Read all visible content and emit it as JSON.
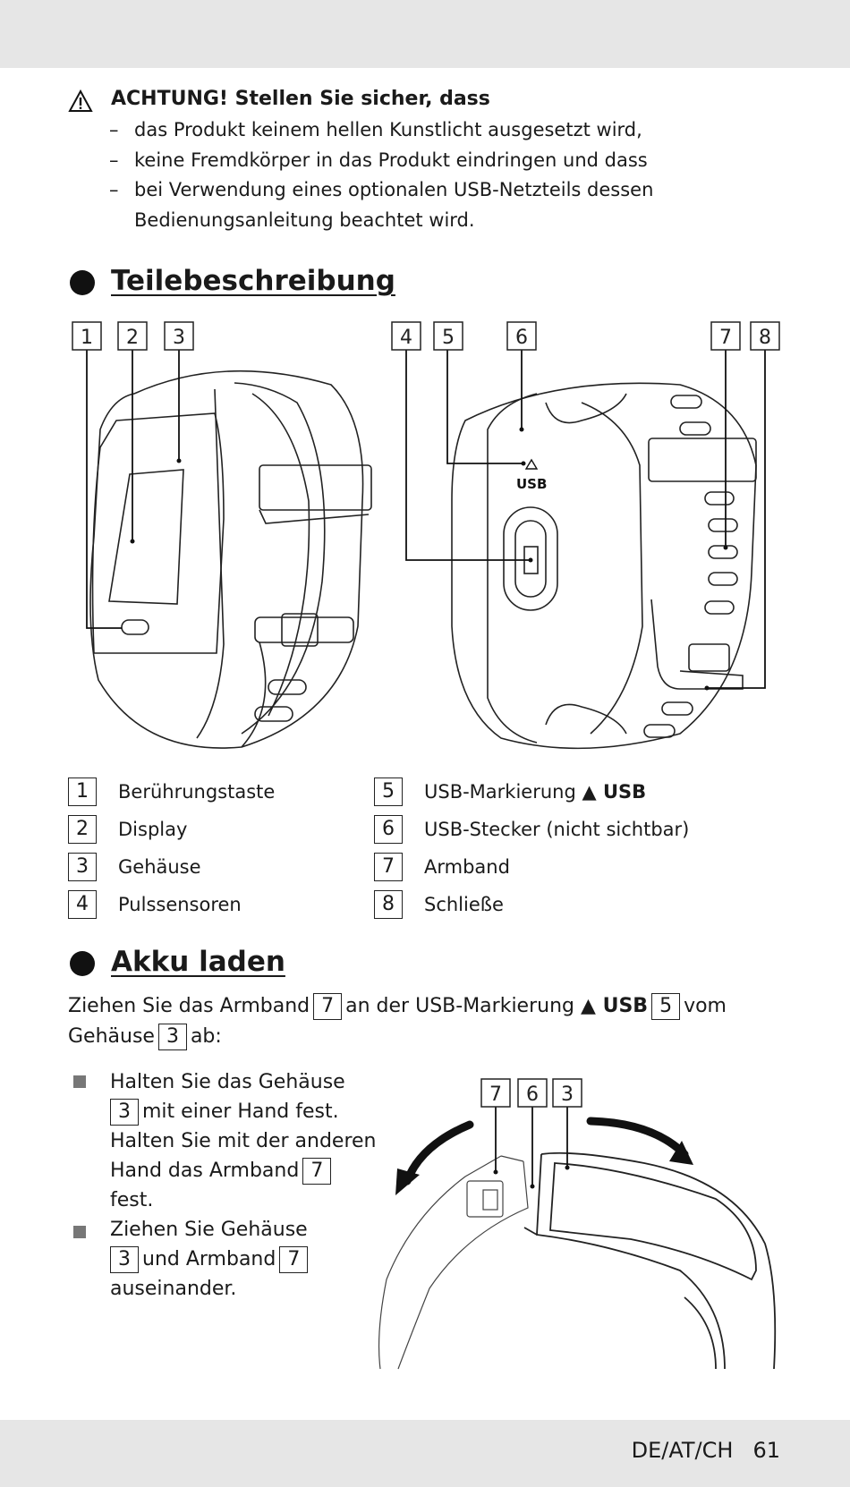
{
  "warning": {
    "title": "ACHTUNG! Stellen Sie sicher, dass",
    "items": [
      "das Produkt keinem hellen Kunstlicht ausgesetzt wird,",
      "keine Fremdkörper in das Produkt eindringen und dass",
      "bei Verwendung eines optionalen USB-Netzteils dessen",
      "Bedienungsanleitung beachtet wird."
    ],
    "dash": "–"
  },
  "section1": {
    "title": "Teilebeschreibung"
  },
  "diagram": {
    "callouts": [
      "1",
      "2",
      "3",
      "4",
      "5",
      "6",
      "7",
      "8"
    ],
    "usb_mark": "USB"
  },
  "parts": [
    {
      "num": "1",
      "label": "Berührungstaste"
    },
    {
      "num": "2",
      "label": "Display"
    },
    {
      "num": "3",
      "label": "Gehäuse"
    },
    {
      "num": "4",
      "label": "Pulssensoren"
    },
    {
      "num": "5",
      "label": "USB-Markierung",
      "bold": "▲ USB"
    },
    {
      "num": "6",
      "label": "USB-Stecker (nicht sichtbar)"
    },
    {
      "num": "7",
      "label": "Armband"
    },
    {
      "num": "8",
      "label": "Schließe"
    }
  ],
  "section2": {
    "title": "Akku laden"
  },
  "intro": {
    "t1": "Ziehen Sie das Armband",
    "n1": "7",
    "t2": "an der USB-Markierung",
    "bold": "▲ USB",
    "n2": "5",
    "t3": "vom",
    "t4": "Gehäuse",
    "n3": "3",
    "t5": "ab:"
  },
  "steps": {
    "s1_l1": "Halten Sie das Gehäuse",
    "s1_n1": "3",
    "s1_l2": "mit einer Hand fest.",
    "s1_l3": "Halten Sie mit der anderen",
    "s1_l4": "Hand das Armband",
    "s1_n2": "7",
    "s1_l5": "fest.",
    "s2_l1": "Ziehen Sie Gehäuse",
    "s2_n1": "3",
    "s2_l2": "und Armband",
    "s2_n2": "7",
    "s2_l3": "auseinander."
  },
  "figure2": {
    "callouts": [
      "7",
      "6",
      "3"
    ]
  },
  "footer": {
    "region": "DE/AT/CH",
    "page": "61"
  }
}
